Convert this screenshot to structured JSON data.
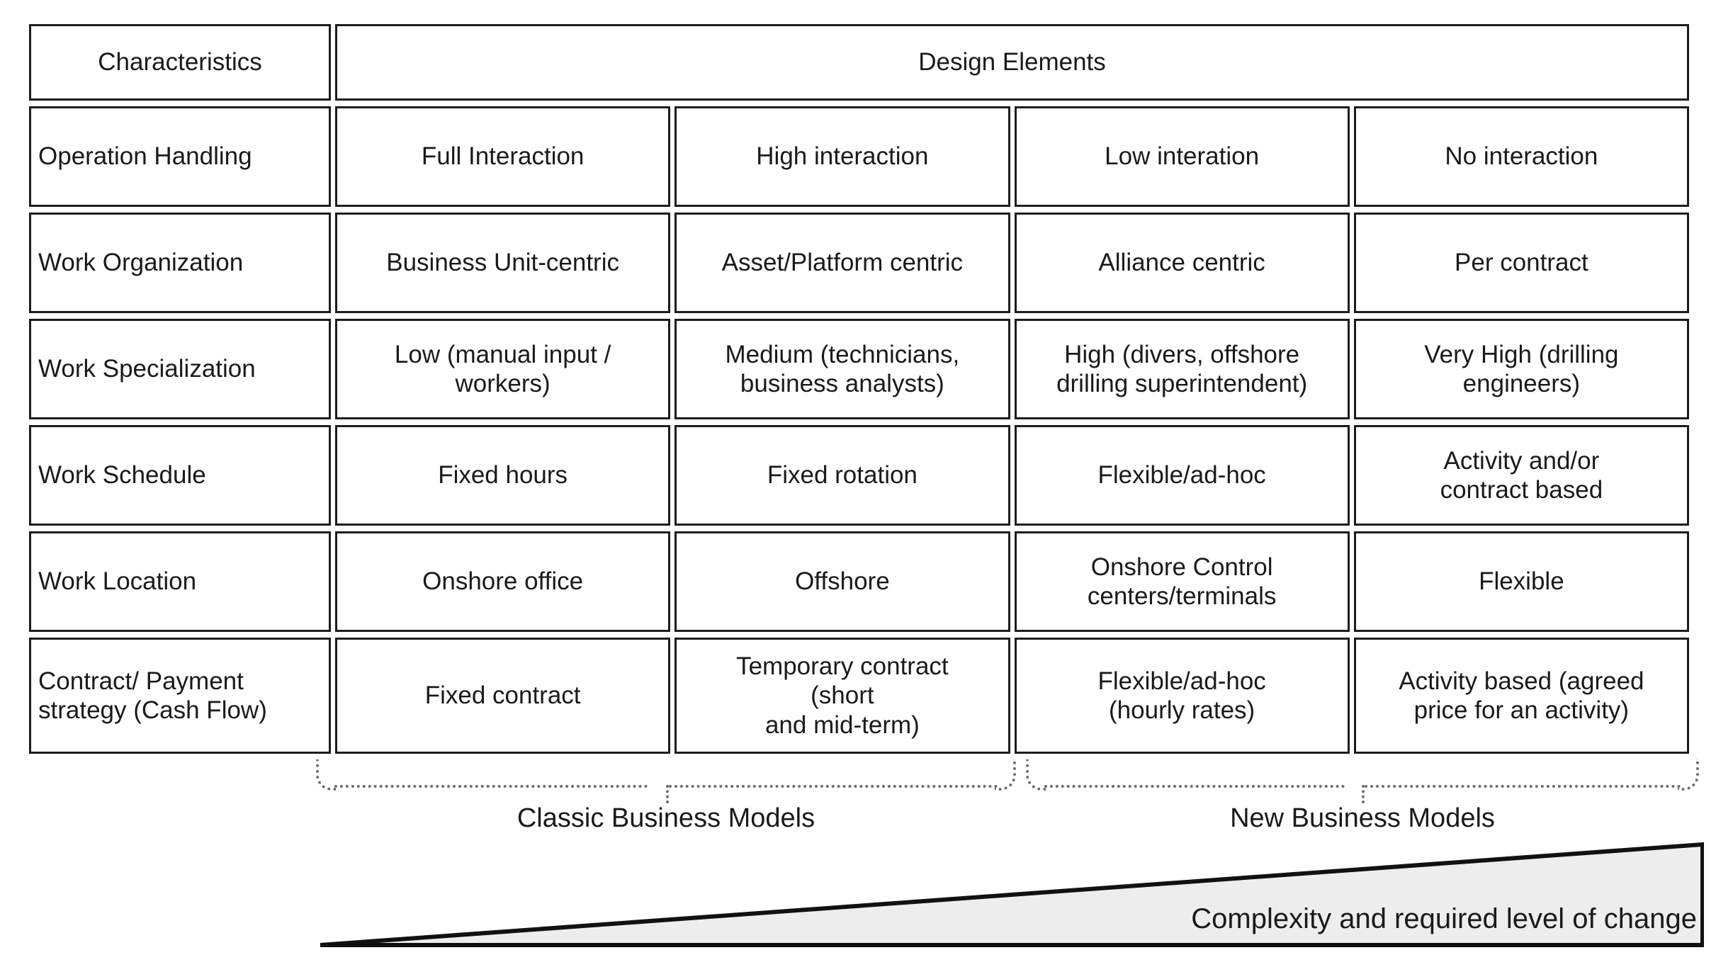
{
  "table": {
    "header": {
      "characteristics": "Characteristics",
      "design_elements": "Design Elements"
    },
    "rows": [
      {
        "label": "Operation Handling",
        "cells": [
          "Full Interaction",
          "High interaction",
          "Low interation",
          "No interaction"
        ]
      },
      {
        "label": "Work Organization",
        "cells": [
          "Business Unit-centric",
          "Asset/Platform centric",
          "Alliance centric",
          "Per contract"
        ]
      },
      {
        "label": "Work Specialization",
        "cells": [
          "Low (manual input /\nworkers)",
          "Medium (technicians,\nbusiness analysts)",
          "High (divers, offshore\ndrilling superintendent)",
          "Very High (drilling\nengineers)"
        ]
      },
      {
        "label": "Work Schedule",
        "cells": [
          "Fixed hours",
          "Fixed rotation",
          "Flexible/ad-hoc",
          "Activity and/or\ncontract based"
        ]
      },
      {
        "label": "Work Location",
        "cells": [
          "Onshore office",
          "Offshore",
          "Onshore Control\ncenters/terminals",
          "Flexible"
        ]
      },
      {
        "label": "Contract/ Payment\nstrategy (Cash Flow)",
        "cells": [
          "Fixed contract",
          "Temporary contract\n(short\nand mid-term)",
          "Flexible/ad-hoc\n(hourly rates)",
          "Activity based (agreed\nprice for an activity)"
        ]
      }
    ]
  },
  "braces": [
    {
      "label": "Classic Business Models"
    },
    {
      "label": "New Business Models"
    }
  ],
  "wedge": {
    "label": "Complexity and required level of change"
  },
  "colors": {
    "header_fill": "#cfcfcf",
    "rowlabel_fill": "#eaeaea",
    "cell_fill": "#ffffff",
    "border": "#1d1d1d",
    "brace": "#6d6d6d",
    "wedge_fill": "#ededed",
    "text": "#1a1a1a"
  }
}
